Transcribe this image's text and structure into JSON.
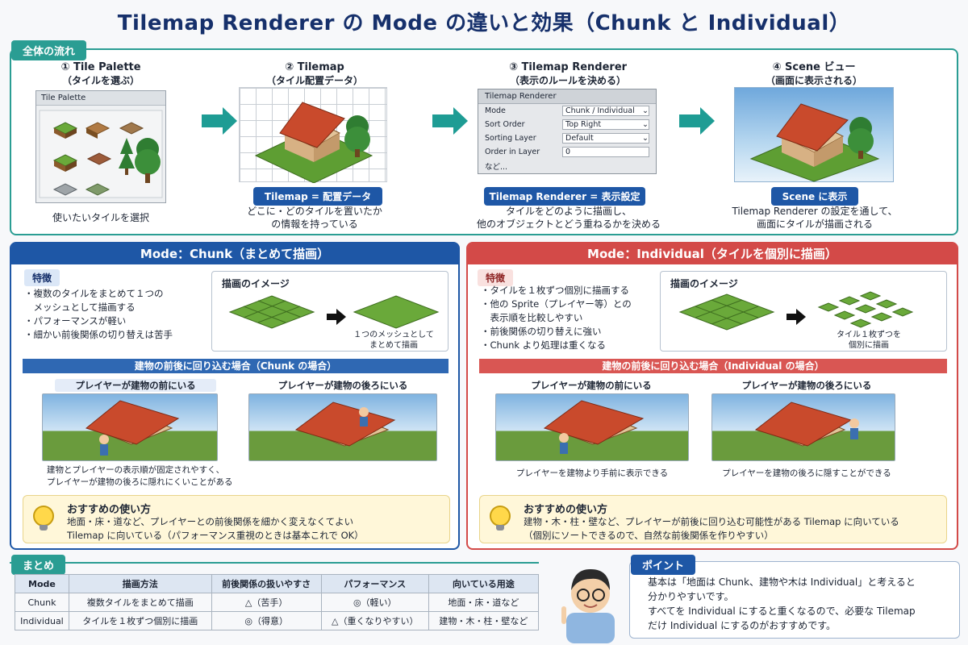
{
  "title": "Tilemap Renderer の Mode の違いと効果（Chunk と Individual）",
  "flow": {
    "tag": "全体の流れ",
    "steps": [
      {
        "head": "① Tile Palette",
        "sub": "（タイルを選ぶ）",
        "caption": "使いたいタイルを選択"
      },
      {
        "head": "② Tilemap",
        "sub": "（タイル配置データ）",
        "pill": "Tilemap = 配置データ",
        "caption1": "どこに・どのタイルを置いたか",
        "caption2": "の情報を持っている"
      },
      {
        "head": "③ Tilemap Renderer",
        "sub": "（表示のルールを決める）",
        "pill": "Tilemap Renderer = 表示設定",
        "caption1": "タイルをどのように描画し、",
        "caption2": "他のオブジェクトとどう重ねるかを決める"
      },
      {
        "head": "④ Scene ビュー",
        "sub": "（画面に表示される）",
        "pill": "Scene に表示",
        "caption1": "Tilemap Renderer の設定を通して、",
        "caption2": "画面にタイルが描画される"
      }
    ],
    "palette_window": "Tile Palette",
    "inspector": {
      "header": "Tilemap Renderer",
      "rows": [
        {
          "k": "Mode",
          "v": "Chunk / Individual"
        },
        {
          "k": "Sort Order",
          "v": "Top Right"
        },
        {
          "k": "Sorting Layer",
          "v": "Default"
        },
        {
          "k": "Order in Layer",
          "v": "0"
        }
      ],
      "more": "など..."
    }
  },
  "chunk": {
    "header": "Mode：Chunk（まとめて描画）",
    "feature_tag": "特徴",
    "bullets": [
      "・複数のタイルをまとめて１つの",
      "　メッシュとして描画する",
      "・パフォーマンスが軽い",
      "・細かい前後関係の切り替えは苦手"
    ],
    "image_label": "描画のイメージ",
    "image_caption1": "１つのメッシュとして",
    "image_caption2": "まとめて描画",
    "sub_header": "建物の前後に回り込む場合（Chunk の場合）",
    "front_label": "プレイヤーが建物の前にいる",
    "back_label": "プレイヤーが建物の後ろにいる",
    "note1": "建物とプレイヤーの表示順が固定されやすく、",
    "note2": "プレイヤーが建物の後ろに隠れにくいことがある",
    "rec_title": "おすすめの使い方",
    "rec1": "地面・床・道など、プレイヤーとの前後関係を細かく変えなくてよい",
    "rec2": "Tilemap に向いている（パフォーマンス重視のときは基本これで OK）"
  },
  "individual": {
    "header": "Mode：Individual（タイルを個別に描画）",
    "feature_tag": "特徴",
    "bullets": [
      "・タイルを１枚ずつ個別に描画する",
      "・他の Sprite（プレイヤー等）との",
      "　表示順を比較しやすい",
      "・前後関係の切り替えに強い",
      "・Chunk より処理は重くなる"
    ],
    "image_label": "描画のイメージ",
    "image_caption1": "タイル１枚ずつを",
    "image_caption2": "個別に描画",
    "sub_header": "建物の前後に回り込む場合（Individual の場合）",
    "front_label": "プレイヤーが建物の前にいる",
    "back_label": "プレイヤーが建物の後ろにいる",
    "front_caption": "プレイヤーを建物より手前に表示できる",
    "back_caption": "プレイヤーを建物の後ろに隠すことができる",
    "rec_title": "おすすめの使い方",
    "rec1": "建物・木・柱・壁など、プレイヤーが前後に回り込む可能性がある Tilemap に向いている",
    "rec2": "（個別にソートできるので、自然な前後関係を作りやすい）"
  },
  "summary": {
    "tag": "まとめ",
    "headers": [
      "Mode",
      "描画方法",
      "前後関係の扱いやすさ",
      "パフォーマンス",
      "向いている用途"
    ],
    "rows": [
      [
        "Chunk",
        "複数タイルをまとめて描画",
        "△（苦手）",
        "◎（軽い）",
        "地面・床・道など"
      ],
      [
        "Individual",
        "タイルを１枚ずつ個別に描画",
        "◎（得意）",
        "△（重くなりやすい）",
        "建物・木・柱・壁など"
      ]
    ]
  },
  "point": {
    "tag": "ポイント",
    "lines": [
      "基本は「地面は Chunk、建物や木は Individual」と考えると",
      "分かりやすいです。",
      "すべてを Individual にすると重くなるので、必要な Tilemap",
      "だけ Individual にするのがおすすめです。"
    ]
  }
}
